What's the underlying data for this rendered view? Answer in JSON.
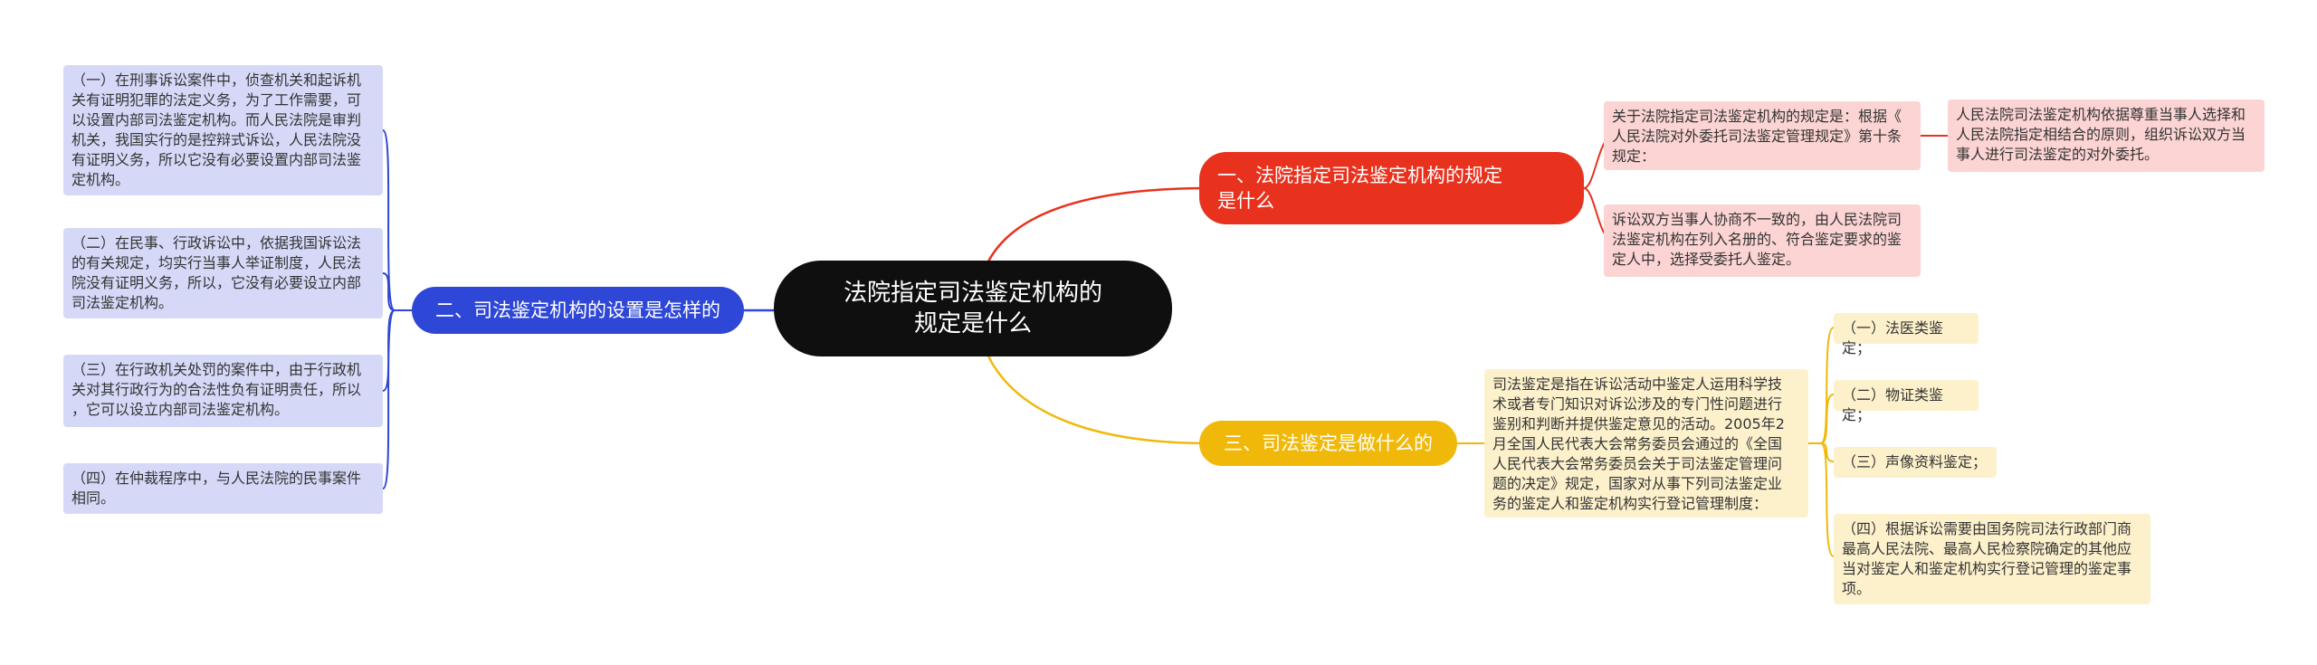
{
  "colors": {
    "center_bg": "#0f0f0f",
    "branch_red": "#e8321e",
    "branch_blue": "#2f47d6",
    "branch_yellow": "#f0b90a",
    "leaf_red": "#fbd4d3",
    "leaf_blue": "#d5d9f7",
    "leaf_yellow": "#fdf1cc"
  },
  "center": {
    "title": "法院指定司法鉴定机构的\n规定是什么"
  },
  "branch1": {
    "title": "一、法院指定司法鉴定机构的规定\n是什么",
    "leaf1": "关于法院指定司法鉴定机构的规定是：根据《\n人民法院对外委托司法鉴定管理规定》第十条\n规定：",
    "leaf1_child": "人民法院司法鉴定机构依据尊重当事人选择和\n人民法院指定相结合的原则，组织诉讼双方当\n事人进行司法鉴定的对外委托。",
    "leaf2": "诉讼双方当事人协商不一致的，由人民法院司\n法鉴定机构在列入名册的、符合鉴定要求的鉴\n定人中，选择受委托人鉴定。"
  },
  "branch2": {
    "title": "二、司法鉴定机构的设置是怎样的",
    "leaves": [
      "（一）在刑事诉讼案件中，侦查机关和起诉机\n关有证明犯罪的法定义务，为了工作需要，可\n以设置内部司法鉴定机构。而人民法院是审判\n机关，我国实行的是控辩式诉讼，人民法院没\n有证明义务，所以它没有必要设置内部司法鉴\n定机构。",
      "（二）在民事、行政诉讼中，依据我国诉讼法\n的有关规定，均实行当事人举证制度，人民法\n院没有证明义务，所以，它没有必要设立内部\n司法鉴定机构。",
      "（三）在行政机关处罚的案件中，由于行政机\n关对其行政行为的合法性负有证明责任，所以\n，它可以设立内部司法鉴定机构。",
      "（四）在仲裁程序中，与人民法院的民事案件\n相同。"
    ]
  },
  "branch3": {
    "title": "三、司法鉴定是做什么的",
    "intro": "司法鉴定是指在诉讼活动中鉴定人运用科学技\n术或者专门知识对诉讼涉及的专门性问题进行\n鉴别和判断并提供鉴定意见的活动。2005年2\n月全国人民代表大会常务委员会通过的《全国\n人民代表大会常务委员会关于司法鉴定管理问\n题的决定》规定，国家对从事下列司法鉴定业\n务的鉴定人和鉴定机构实行登记管理制度：",
    "items": [
      "（一）法医类鉴定；",
      "（二）物证类鉴定；",
      "（三）声像资料鉴定；",
      "（四）根据诉讼需要由国务院司法行政部门商\n最高人民法院、最高人民检察院确定的其他应\n当对鉴定人和鉴定机构实行登记管理的鉴定事\n项。"
    ]
  }
}
